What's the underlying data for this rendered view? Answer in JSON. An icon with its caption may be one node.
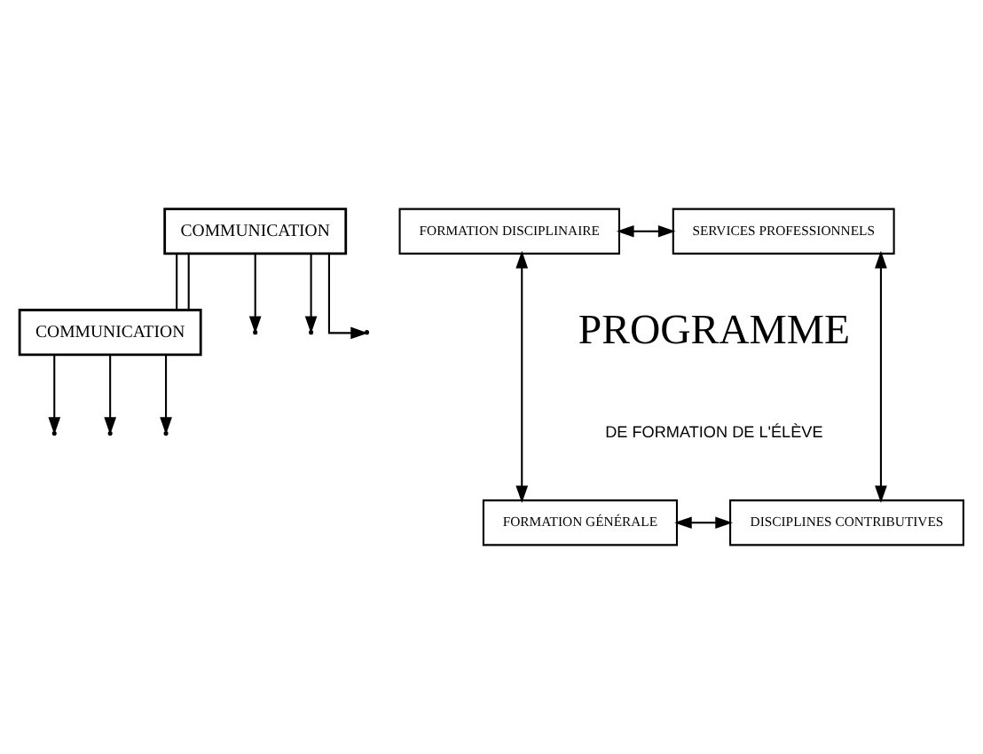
{
  "diagram": {
    "nodes": [
      {
        "text": [
          "COMMUNICATION"
        ]
      },
      {
        "text": [
          "FORMATION DISCIPLINAIRE"
        ]
      },
      {
        "text": [
          "SERVICES PROFESSIONNELS"
        ]
      },
      {
        "text": [
          "FORMATION GÉNÉRALE"
        ]
      },
      {
        "text": [
          "DISCIPLINES CONTRIBUTIVES"
        ]
      },
      {
        "text": [
          "COMMUNICATION"
        ]
      }
    ],
    "edges": [
      {
        "from": 1,
        "to": 2,
        "arrow": "both"
      },
      {
        "from": 0,
        "to": null,
        "arrow": "to"
      },
      {
        "from": 1,
        "to": 3,
        "arrow": "both"
      },
      {
        "from": 2,
        "to": 4,
        "arrow": "both"
      },
      {
        "from": 3,
        "to": 4,
        "arrow": "both"
      },
      {
        "from": 5,
        "to": null,
        "arrow": "to"
      },
      {
        "from": 0,
        "to": 5,
        "arrow": "none"
      },
      {
        "from": 0,
        "to": 5,
        "arrow": "none"
      },
      {
        "from": 0,
        "to": null,
        "arrow": "to"
      },
      {
        "from": 5,
        "to": null,
        "arrow": "to"
      },
      {
        "from": 0,
        "to": null,
        "arrow": "to"
      },
      {
        "from": 5,
        "to": null,
        "arrow": "to"
      }
    ],
    "labels": [
      "PROGRAMME",
      "DE FORMATION DE L'ÉLÈVE"
    ]
  }
}
